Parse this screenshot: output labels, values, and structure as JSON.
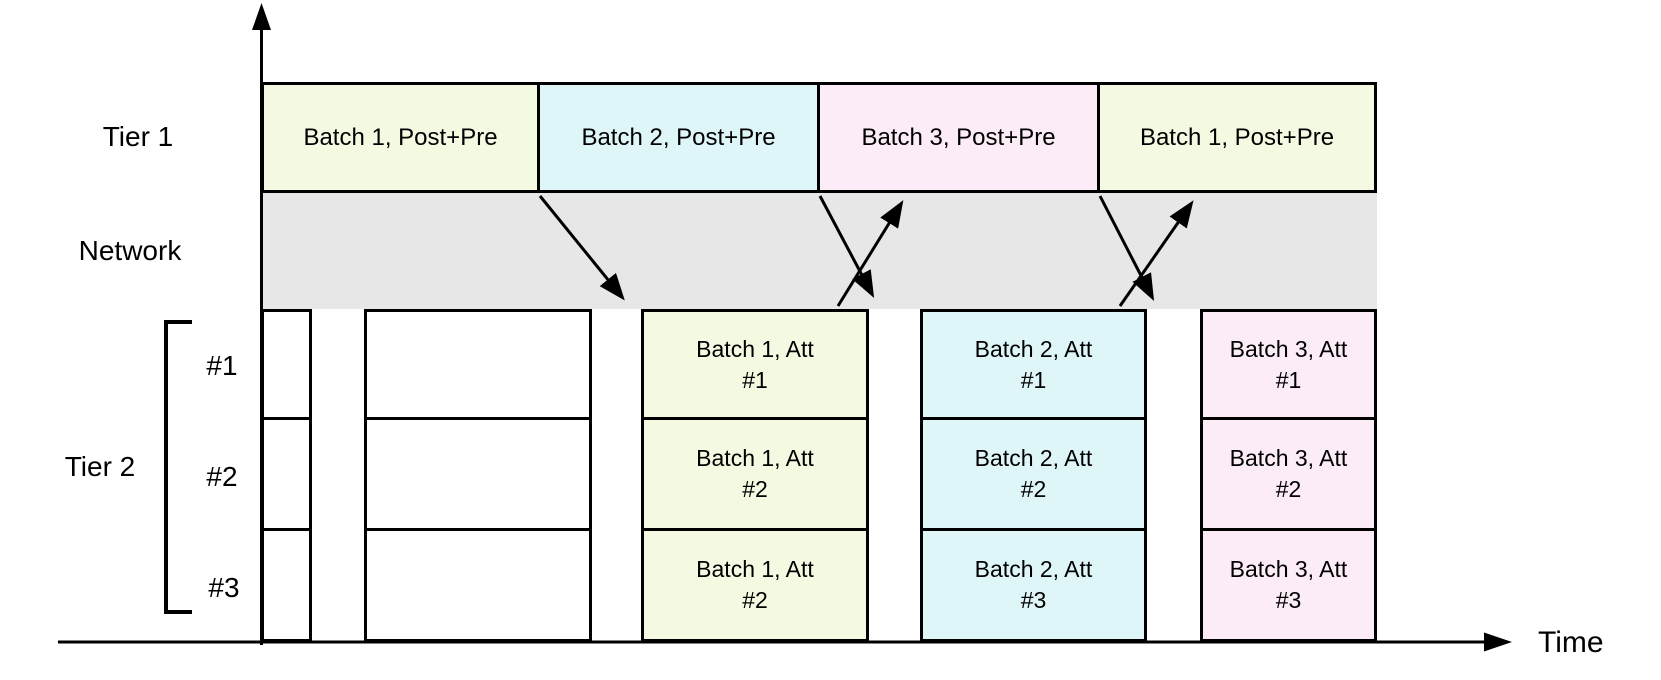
{
  "labels": {
    "tier1": "Tier 1",
    "network": "Network",
    "tier2": "Tier 2",
    "time_axis": "Time"
  },
  "colors": {
    "batch1": "#f4f9e2",
    "batch2": "#dff6f9",
    "batch3": "#fbecf7",
    "network_band": "#e7e7e7",
    "outline": "#000000"
  },
  "tier1_boxes": [
    {
      "label": "Batch 1, Post+Pre",
      "batch": "batch1"
    },
    {
      "label": "Batch 2, Post+Pre",
      "batch": "batch2"
    },
    {
      "label": "Batch 3, Post+Pre",
      "batch": "batch3"
    },
    {
      "label": "Batch 1, Post+Pre",
      "batch": "batch1"
    }
  ],
  "tier2_workers": [
    "#1",
    "#2",
    "#3"
  ],
  "tier2_grid": {
    "empty_columns": 2,
    "batch_columns": [
      {
        "batch": "batch1",
        "cells": [
          {
            "line1": "Batch 1, Att",
            "line2": "#1"
          },
          {
            "line1": "Batch 1, Att",
            "line2": "#2"
          },
          {
            "line1": "Batch 1, Att",
            "line2": "#2"
          }
        ]
      },
      {
        "batch": "batch2",
        "cells": [
          {
            "line1": "Batch 2, Att",
            "line2": "#1"
          },
          {
            "line1": "Batch 2, Att",
            "line2": "#2"
          },
          {
            "line1": "Batch 2, Att",
            "line2": "#3"
          }
        ]
      },
      {
        "batch": "batch3",
        "cells": [
          {
            "line1": "Batch 3, Att",
            "line2": "#1"
          },
          {
            "line1": "Batch 3, Att",
            "line2": "#2"
          },
          {
            "line1": "Batch 3, Att",
            "line2": "#3"
          }
        ]
      }
    ]
  },
  "network_arrows": {
    "downward": 3,
    "upward": 2
  }
}
